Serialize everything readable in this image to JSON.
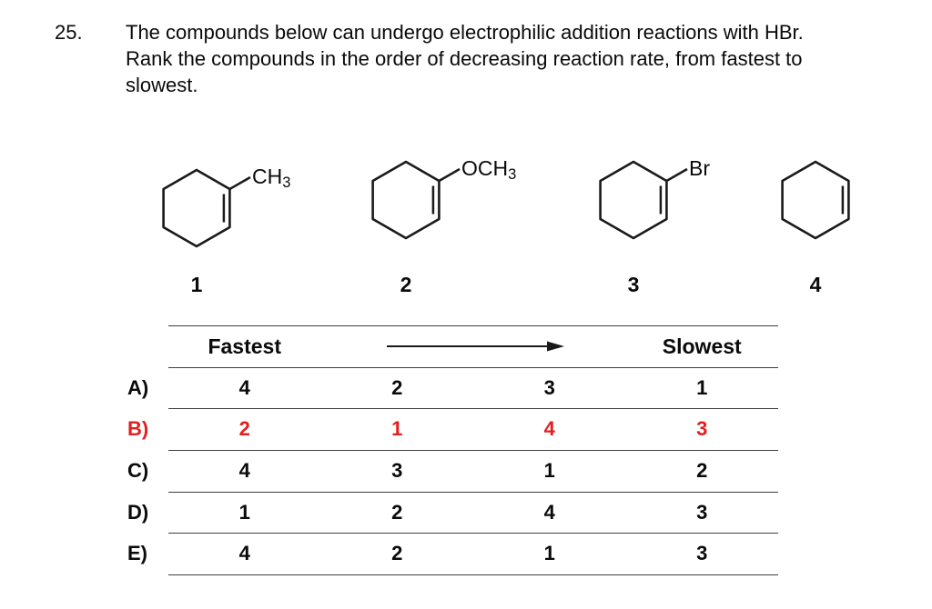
{
  "question": {
    "number": "25.",
    "lines": [
      "The compounds below can undergo electrophilic addition reactions with HBr.",
      "Rank the compounds in the order of decreasing reaction rate, from fastest to",
      "slowest."
    ]
  },
  "compounds": [
    {
      "id": "1",
      "substituent_main": "CH",
      "substituent_sub": "3"
    },
    {
      "id": "2",
      "substituent_main": "OCH",
      "substituent_sub": "3"
    },
    {
      "id": "3",
      "substituent_main": "Br",
      "substituent_sub": ""
    },
    {
      "id": "4",
      "substituent_main": "",
      "substituent_sub": ""
    }
  ],
  "table": {
    "header": {
      "fastest": "Fastest",
      "slowest": "Slowest",
      "arrow_icon": "right-arrow"
    },
    "highlight_color": "#e32020",
    "rows": [
      {
        "label": "A)",
        "values": [
          "4",
          "2",
          "3",
          "1"
        ],
        "highlighted": false
      },
      {
        "label": "B)",
        "values": [
          "2",
          "1",
          "4",
          "3"
        ],
        "highlighted": true
      },
      {
        "label": "C)",
        "values": [
          "4",
          "3",
          "1",
          "2"
        ],
        "highlighted": false
      },
      {
        "label": "D)",
        "values": [
          "1",
          "2",
          "4",
          "3"
        ],
        "highlighted": false
      },
      {
        "label": "E)",
        "values": [
          "4",
          "2",
          "1",
          "3"
        ],
        "highlighted": false
      }
    ]
  }
}
